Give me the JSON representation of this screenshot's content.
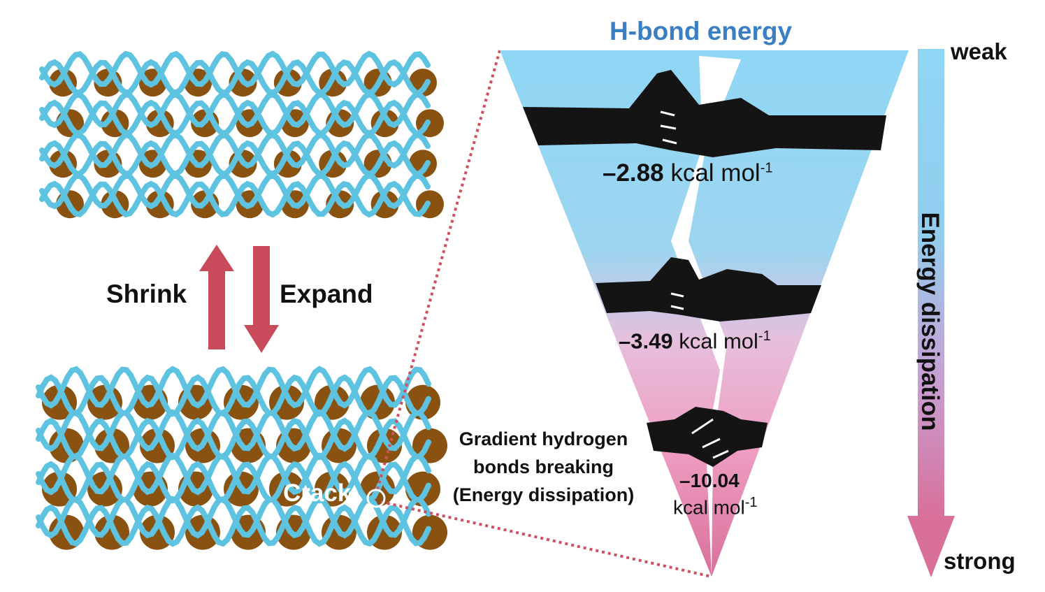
{
  "title": "H-bond energy",
  "scale": {
    "top": "weak",
    "bottom": "strong",
    "axis_label": "Energy dissipation"
  },
  "arrows": {
    "up": "Shrink",
    "down": "Expand"
  },
  "crack_label": "Crack",
  "gradient_caption": [
    "Gradient hydrogen",
    "bonds breaking",
    "(Energy dissipation)"
  ],
  "energies": [
    {
      "value": "–2.88",
      "unit": "kcal mol",
      "exp": "-1"
    },
    {
      "value": "–3.49",
      "unit": "kcal mol",
      "exp": "-1"
    },
    {
      "value": "–10.04",
      "unit": "kcal mol",
      "exp": "-1"
    }
  ],
  "colors": {
    "title": "#3a7fc4",
    "bond_arrow": "#c94a5a",
    "blue": "#8fd6f5",
    "pink": "#d8709a",
    "fiber": "#5ec3e0",
    "bead": "#8a5210"
  }
}
